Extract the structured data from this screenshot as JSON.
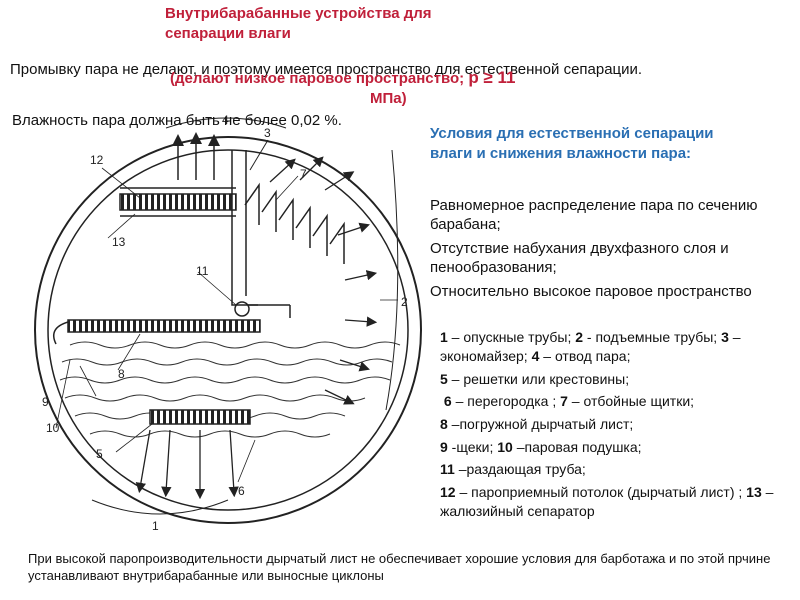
{
  "title": "Внутрибарабанные устройства для сепарации влаги",
  "subtitle": {
    "line1": "(делают низкое паровое пространство; ",
    "pressure": "р ≥ 11",
    "line2": "МПа)"
  },
  "intro": "Промывку пара не делают, и поэтому имеется пространство для естественной сепарации.",
  "moisture": "Влажность пара должна быть не более 0,02 %.",
  "conditions": {
    "heading": "Условия для естественной сепарации влаги и снижения влажности пара:",
    "bullet_symbol": "",
    "items": [
      "Равномерное распределение пара по сечению барабана;",
      "Отсутствие набухания двухфазного слоя и пенообразования;",
      "Относительно высокое паровое пространство"
    ]
  },
  "legend": [
    {
      "num": "1",
      "text": " – опускные трубы; "
    },
    {
      "num": "2",
      "text": " - подъемные трубы; "
    },
    {
      "num": "3",
      "text": " –экономайзер; "
    },
    {
      "num": "4",
      "text": " – отвод пара;"
    },
    {
      "num": "5",
      "text": " – решетки или крестовины;"
    },
    {
      "num": "6",
      "text": " – перегородка ; "
    },
    {
      "num": "7",
      "text": " – отбойные щитки;"
    },
    {
      "num": "8",
      "text": " –погружной дырчатый лист;"
    },
    {
      "num": "9",
      "text": " -щеки; "
    },
    {
      "num": "10",
      "text": " –паровая подушка;"
    },
    {
      "num": "11",
      "text": " –раздающая труба;"
    },
    {
      "num": "12",
      "text": " – пароприемный потолок (дырчатый лист) ; "
    },
    {
      "num": "13",
      "text": " –жалюзийный сепаратор"
    }
  ],
  "footer": "При высокой паропроизводительности дырчатый лист не обеспечивает хорошие условия для барботажа и по этой прчине устанавливают внутрибарабанные или выносные циклоны",
  "diagram_labels": {
    "n1": "1",
    "n2": "2",
    "n3": "3",
    "n4": "4",
    "n5": "5",
    "n6": "6",
    "n7": "7",
    "n8": "8",
    "n9": "9",
    "n10": "10",
    "n11": "11",
    "n12": "12",
    "n13": "13"
  },
  "colors": {
    "title": "#c0203a",
    "heading": "#2a6fb3",
    "text": "#111111"
  }
}
